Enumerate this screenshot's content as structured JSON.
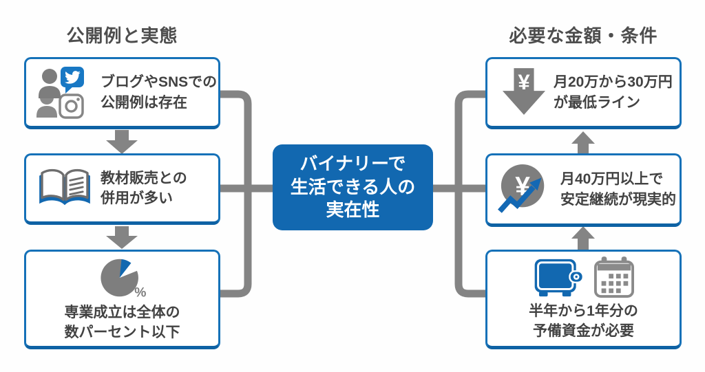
{
  "colors": {
    "blue": "#1268b0",
    "blue_border": "#1571b8",
    "blue_dark": "#0e62a4",
    "connector_gray": "#848484",
    "icon_gray": "#7e7e7e",
    "text_gray": "#424242"
  },
  "left": {
    "header": "公開例と実態",
    "boxes": [
      {
        "lines": [
          "ブログやSNSでの",
          "公開例は存在"
        ]
      },
      {
        "lines": [
          "教材販売との",
          "併用が多い"
        ]
      },
      {
        "percent_symbol": "%",
        "lines": [
          "専業成立は全体の",
          "数パーセント以下"
        ]
      }
    ]
  },
  "center": {
    "lines": [
      "バイナリーで",
      "生活できる人の",
      "実在性"
    ]
  },
  "right": {
    "header": "必要な金額・条件",
    "boxes": [
      {
        "yen_symbol": "¥",
        "lines": [
          "月20万から30万円",
          "が最低ライン"
        ]
      },
      {
        "yen_symbol": "¥",
        "lines": [
          "月40万円以上で",
          "安定継続が現実的"
        ]
      },
      {
        "lines": [
          "半年から1年分の",
          "予備資金が必要"
        ]
      }
    ]
  }
}
